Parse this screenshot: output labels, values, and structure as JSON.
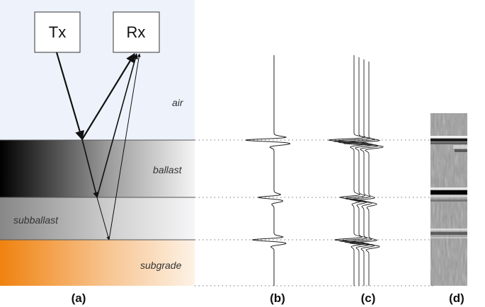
{
  "transmitter": {
    "label": "Tx"
  },
  "receiver": {
    "label": "Rx"
  },
  "layers": {
    "air": "air",
    "ballast": "ballast",
    "subballast": "subballast",
    "subgrade": "subgrade"
  },
  "panels": {
    "a": "(a)",
    "b": "(b)",
    "c": "(c)",
    "d": "(d)"
  },
  "colors": {
    "air_background": "#eef3fb",
    "ballast_dark": "#000000",
    "subballast_gray": "#8d8d8d",
    "subgrade_orange": "#f0820f"
  }
}
